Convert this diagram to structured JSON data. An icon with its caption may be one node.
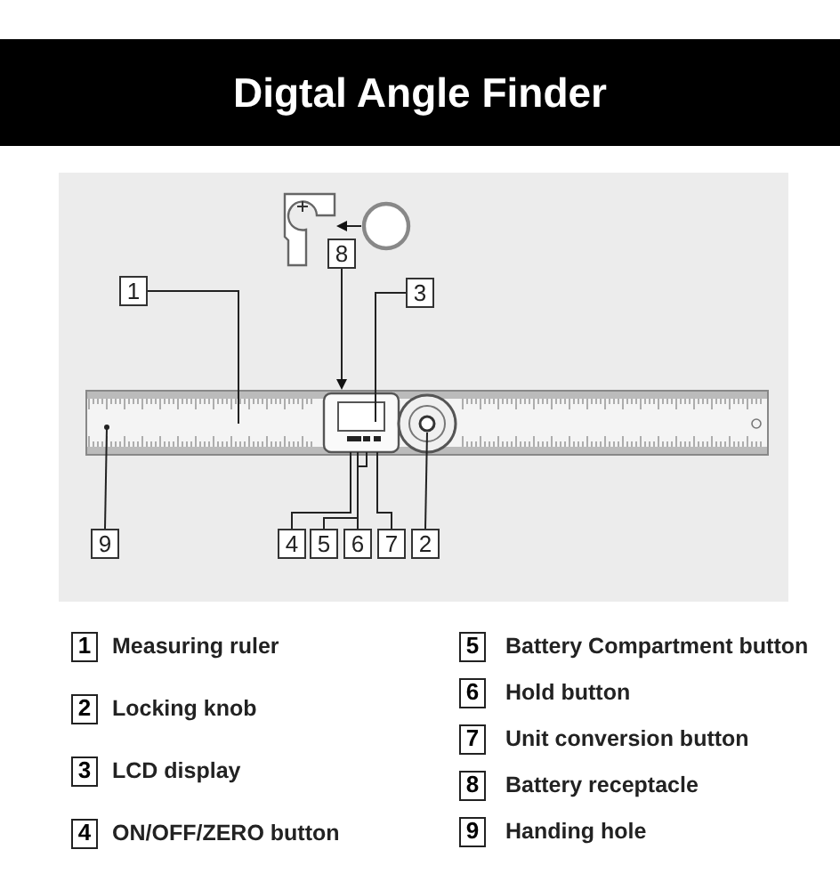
{
  "diagram": {
    "title": "Digtal Angle Finder",
    "nodes": [
      {
        "text": [],
        "shape": "picture"
      },
      {
        "text": [],
        "shape": "circle"
      },
      {
        "text": [
          "8"
        ]
      },
      {
        "text": [
          "1"
        ]
      },
      {
        "text": [
          "3"
        ]
      },
      {
        "text": [
          "9"
        ]
      },
      {
        "text": [
          "4"
        ]
      },
      {
        "text": [
          "5"
        ]
      },
      {
        "text": [
          "6"
        ]
      },
      {
        "text": [
          "7"
        ]
      },
      {
        "text": [
          "2"
        ]
      },
      {
        "text": [],
        "shape": "picture"
      }
    ],
    "edges": [
      {
        "from": 1,
        "to": 0,
        "arrow": "to"
      },
      {
        "from": 2,
        "to": 11,
        "arrow": "to"
      },
      {
        "from": 3,
        "to": 11,
        "arrow": "none"
      },
      {
        "from": 4,
        "to": 11,
        "arrow": "none"
      },
      {
        "from": 5,
        "to": 11,
        "arrow": "none"
      },
      {
        "from": 6,
        "to": 11,
        "arrow": "none"
      },
      {
        "from": 7,
        "to": 11,
        "arrow": "none"
      },
      {
        "from": 8,
        "to": 11,
        "arrow": "none"
      },
      {
        "from": 9,
        "to": 11,
        "arrow": "none"
      },
      {
        "from": 10,
        "to": 11,
        "arrow": "none"
      }
    ],
    "labels": [
      "1",
      "Measuring ruler",
      "2",
      "Locking knob",
      "3",
      "LCD display",
      "4",
      "ON/OFF/ZERO button",
      "5",
      "Battery Compartment button",
      "6",
      "Hold button",
      "7",
      "Unit conversion button",
      "8",
      "Battery receptacle",
      "9",
      "Handing hole"
    ]
  }
}
